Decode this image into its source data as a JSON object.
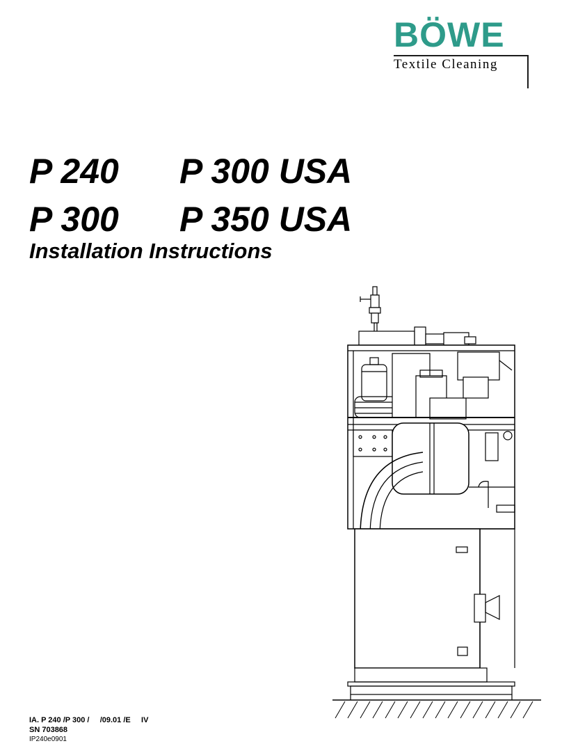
{
  "brand": {
    "name": "BÖWE",
    "tagline": "Textile Cleaning",
    "color": "#2e9b8a"
  },
  "titles": {
    "row1_left": "P 240",
    "row1_right": "P 300 USA",
    "row2_left": "P 300",
    "row2_right": "P 350 USA",
    "subtitle": "Installation Instructions"
  },
  "footer": {
    "line1": "IA. P 240 /P 300 /     /09.01 /E     IV",
    "line2": "SN 703868",
    "line3": "IP240e0901"
  },
  "drawing": {
    "icon": "machine-side-view-drawing"
  }
}
